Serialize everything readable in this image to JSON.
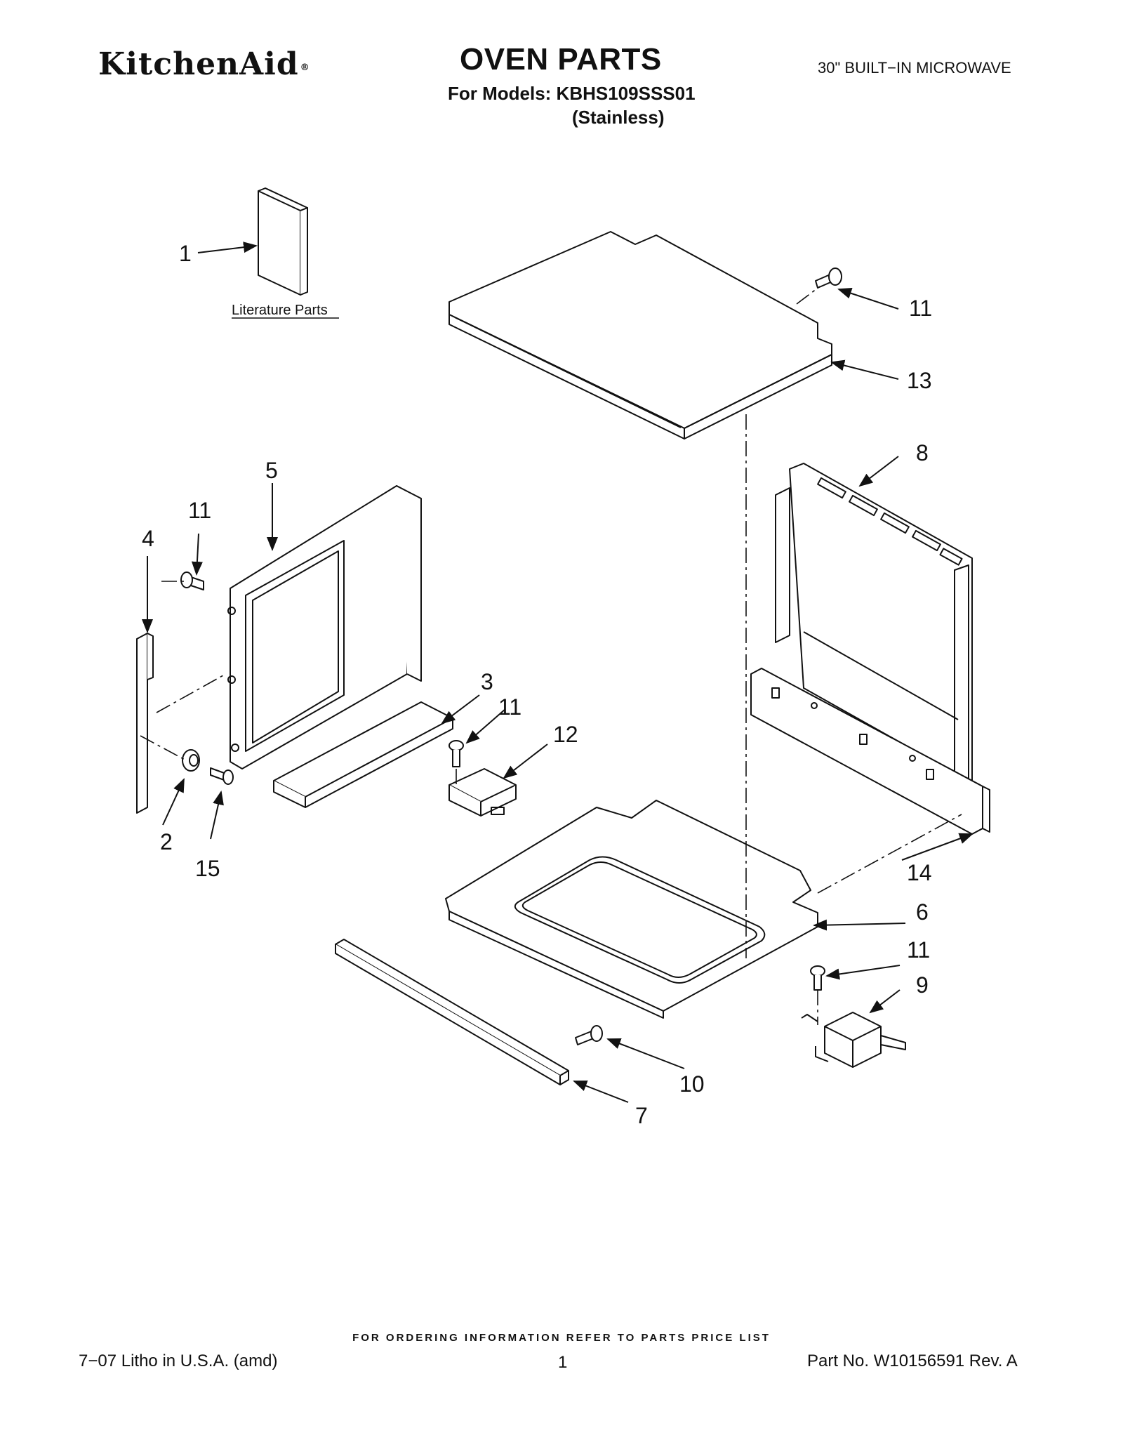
{
  "header": {
    "brand": "KitchenAid",
    "brand_mark": "®",
    "title": "OVEN PARTS",
    "product": "30\" BUILT−IN MICROWAVE",
    "models_line": "For Models: KBHS109SSS01",
    "finish": "(Stainless)"
  },
  "literature_label": "Literature Parts",
  "callouts": {
    "c1": "1",
    "c2": "2",
    "c3": "3",
    "c4": "4",
    "c5": "5",
    "c6": "6",
    "c7": "7",
    "c8": "8",
    "c9": "9",
    "c10": "10",
    "c11a": "11",
    "c11b": "11",
    "c11c": "11",
    "c11d": "11",
    "c12": "12",
    "c13": "13",
    "c14": "14",
    "c15": "15"
  },
  "footer": {
    "ordering_note": "FOR ORDERING INFORMATION REFER TO PARTS PRICE LIST",
    "litho": "7−07 Litho in U.S.A. (amd)",
    "page": "1",
    "part_no": "Part No. W10156591 Rev. A"
  },
  "colors": {
    "ink": "#111111",
    "background": "#ffffff"
  }
}
